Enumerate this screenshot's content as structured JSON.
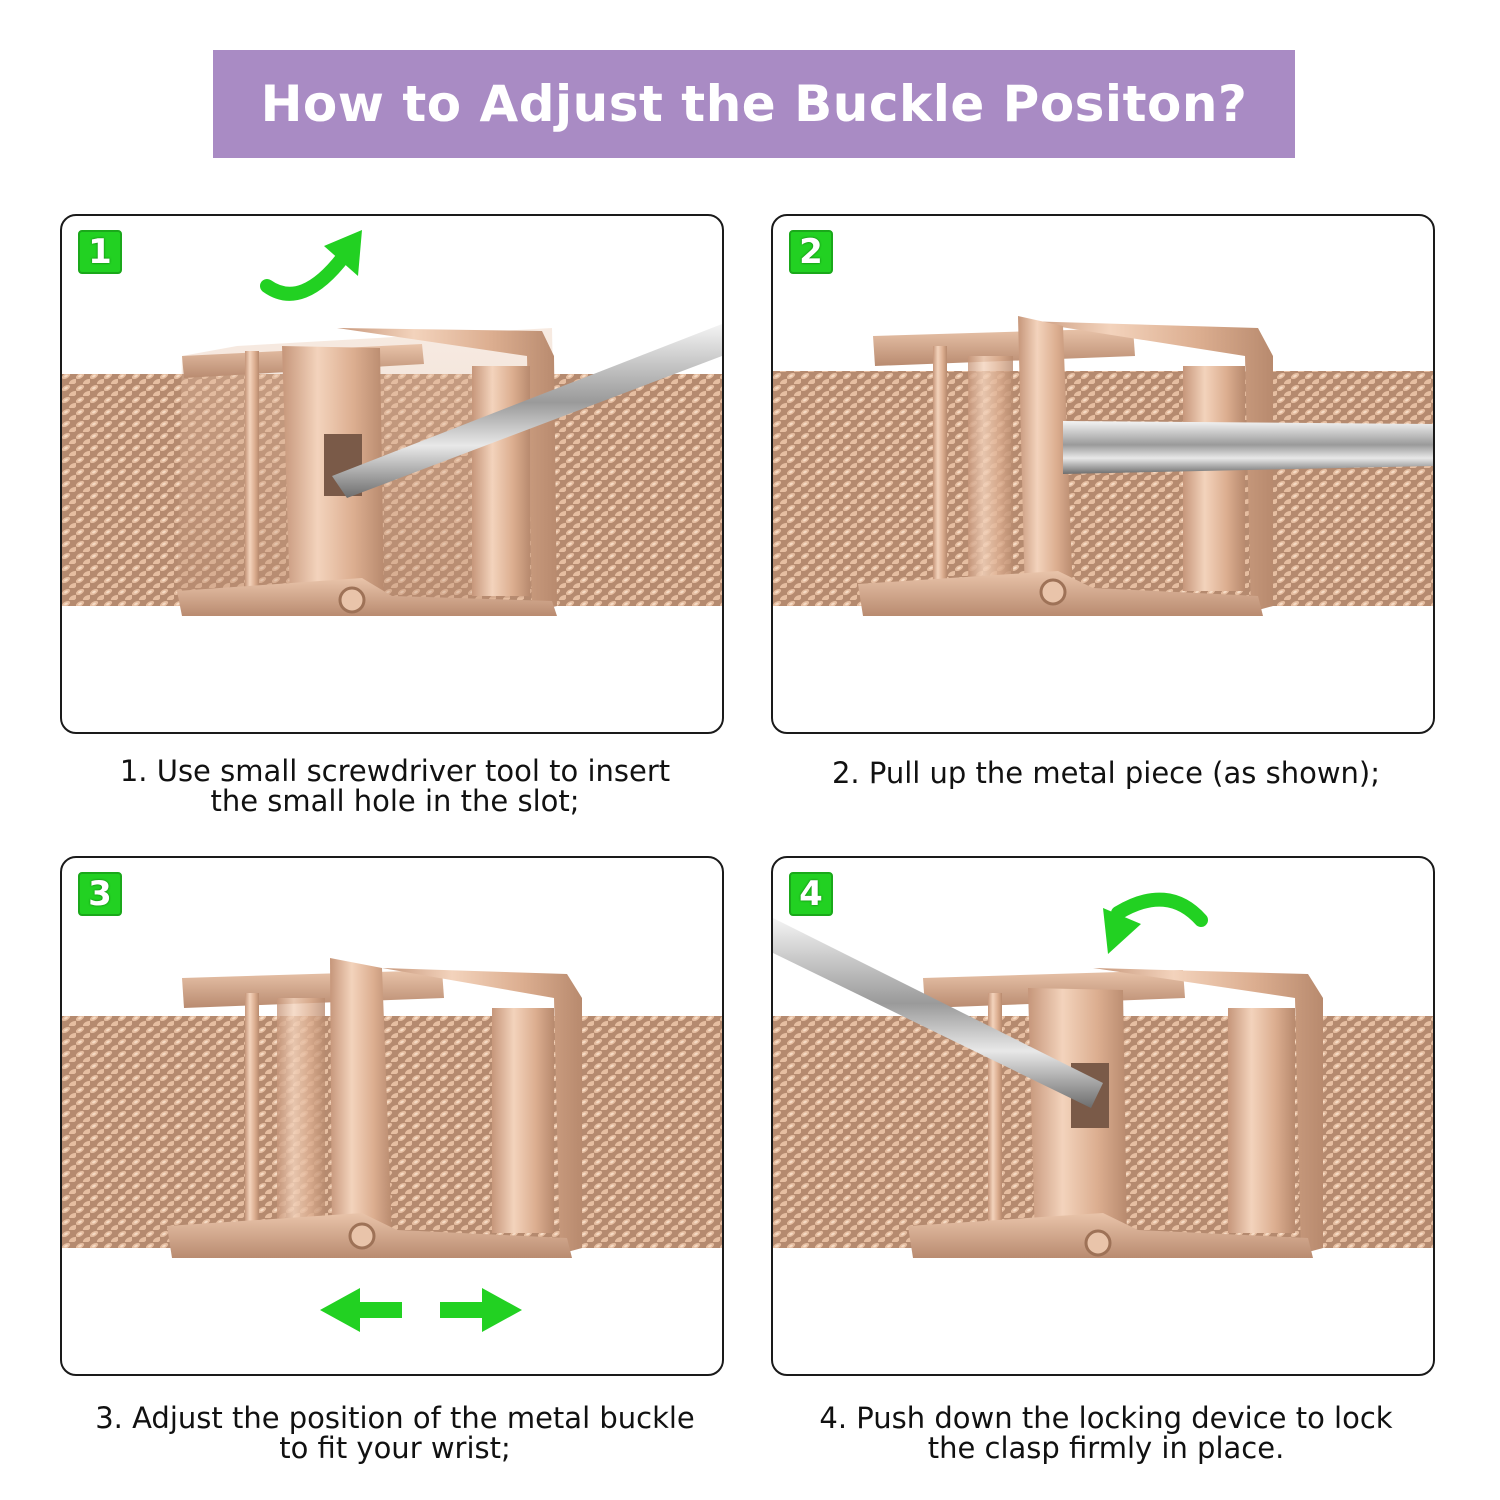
{
  "banner": {
    "title": "How to Adjust the Buckle Positon?",
    "color": "#a98bc4"
  },
  "accent_color": "#22d122",
  "metal_color": "#d9aa8c",
  "steps": [
    {
      "number": "1",
      "caption_line1": "1. Use small screwdriver tool to insert",
      "caption_line2": "the small hole in the slot;",
      "arrow_icon": "curved-arrow-up-icon"
    },
    {
      "number": "2",
      "caption_line1": "2. Pull up the metal piece (as shown);",
      "caption_line2": ""
    },
    {
      "number": "3",
      "caption_line1": "3. Adjust the position of the metal buckle",
      "caption_line2": "to fit your wrist;",
      "arrow_icon": "left-right-arrows-icon"
    },
    {
      "number": "4",
      "caption_line1": "4. Push down the locking device to lock",
      "caption_line2": "the clasp firmly in place.",
      "arrow_icon": "curved-arrow-down-icon"
    }
  ]
}
